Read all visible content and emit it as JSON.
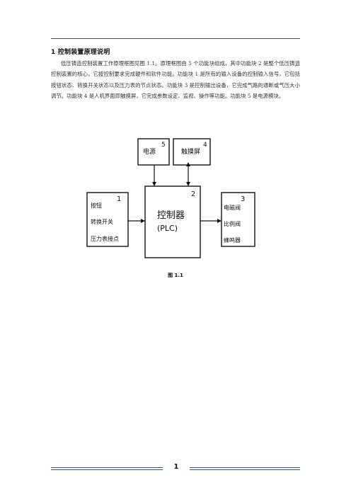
{
  "section": {
    "heading": "1 控制装置原理说明",
    "paragraph": "低压铸造控制装置工作原理框图见图 1.1。原理框图由 5 个功能块组成，其中功能块 2 是整个低压铸造控制装置的核心，它按控制要求完成硬件和软件功能。功能块 1 是所有的输入设备的控制输入信号，它包括按钮状态、转换开关状态以及压力表的节点状态。功能块 3 是控制输出设备，它完成气路的通断或气压大小调节。功能块 4 是人机界面即触摸屏，它完成参数设定、监视、操作等功能。功能块 5 是电源模块。"
  },
  "diagram": {
    "blocks": {
      "power": {
        "number": "5",
        "label": "电源"
      },
      "touchscreen": {
        "number": "4",
        "label": "触摸屏"
      },
      "controller": {
        "number": "2",
        "label": "控制器",
        "sublabel": "(PLC)"
      },
      "inputs": {
        "number": "1",
        "lines": [
          "按钮",
          "转换开关",
          "压力表接点"
        ]
      },
      "outputs": {
        "number": "3",
        "lines": [
          "电磁阀",
          "比例阀",
          "蜂鸣器"
        ]
      }
    },
    "caption": "图 1.1"
  },
  "footer": {
    "page_number": "1"
  }
}
